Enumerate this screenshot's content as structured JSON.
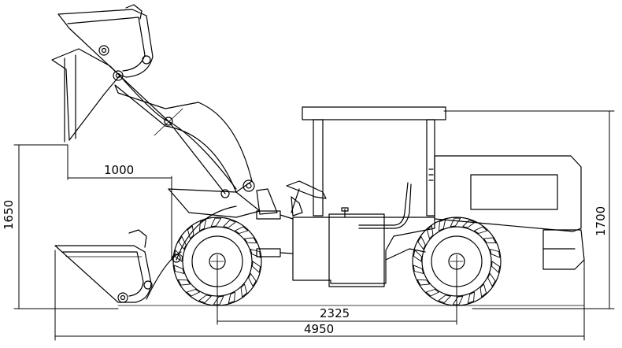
{
  "colors": {
    "line": "#000000",
    "background": "#ffffff"
  },
  "dimensions": {
    "bucket_reach": "1000",
    "dump_height": "1650",
    "overall_height": "1700",
    "wheelbase": "2325",
    "overall_length": "4950"
  }
}
